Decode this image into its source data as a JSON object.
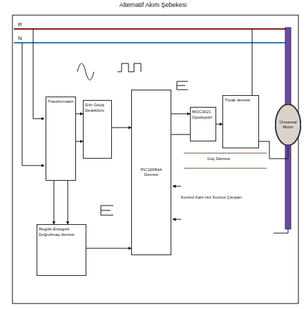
{
  "diagram": {
    "title": "Alternatif Akım Şebekesi",
    "nodes": [
      {
        "text": [
          "Transformatör"
        ]
      },
      {
        "text": [
          "Sıfır Geçiş Dedektörü"
        ]
      },
      {
        "text": [
          "PIC16F84A Devresi"
        ]
      },
      {
        "text": [
          "MOC3021 Optokuplör"
        ]
      },
      {
        "text": [
          "Triyak devresi"
        ]
      },
      {
        "text": [
          "Üniversal Motor"
        ]
      },
      {
        "text": [
          "Regüle Entegreli Doğrultmaç devresi"
        ]
      }
    ],
    "edges": [
      {
        "from": 0,
        "to": 1,
        "arrow": "to"
      },
      {
        "from": 0,
        "to": 1,
        "arrow": "to"
      },
      {
        "from": 1,
        "to": 2,
        "arrow": "to"
      },
      {
        "from": 0,
        "to": 6,
        "arrow": "to"
      },
      {
        "from": 0,
        "to": 6,
        "arrow": "to"
      },
      {
        "from": 6,
        "to": 2,
        "arrow": "to"
      },
      {
        "from": 2,
        "to": 3,
        "arrow": "to"
      },
      {
        "from": 2,
        "to": 3,
        "arrow": "none"
      },
      {
        "from": 3,
        "to": 4,
        "arrow": "to"
      },
      {
        "from": 4,
        "to": 5,
        "arrow": "none"
      }
    ],
    "labels": [
      "R",
      "N",
      "Güç Devresi",
      "Kontrol Kartı Hız Kontrol Çıkışları"
    ]
  }
}
